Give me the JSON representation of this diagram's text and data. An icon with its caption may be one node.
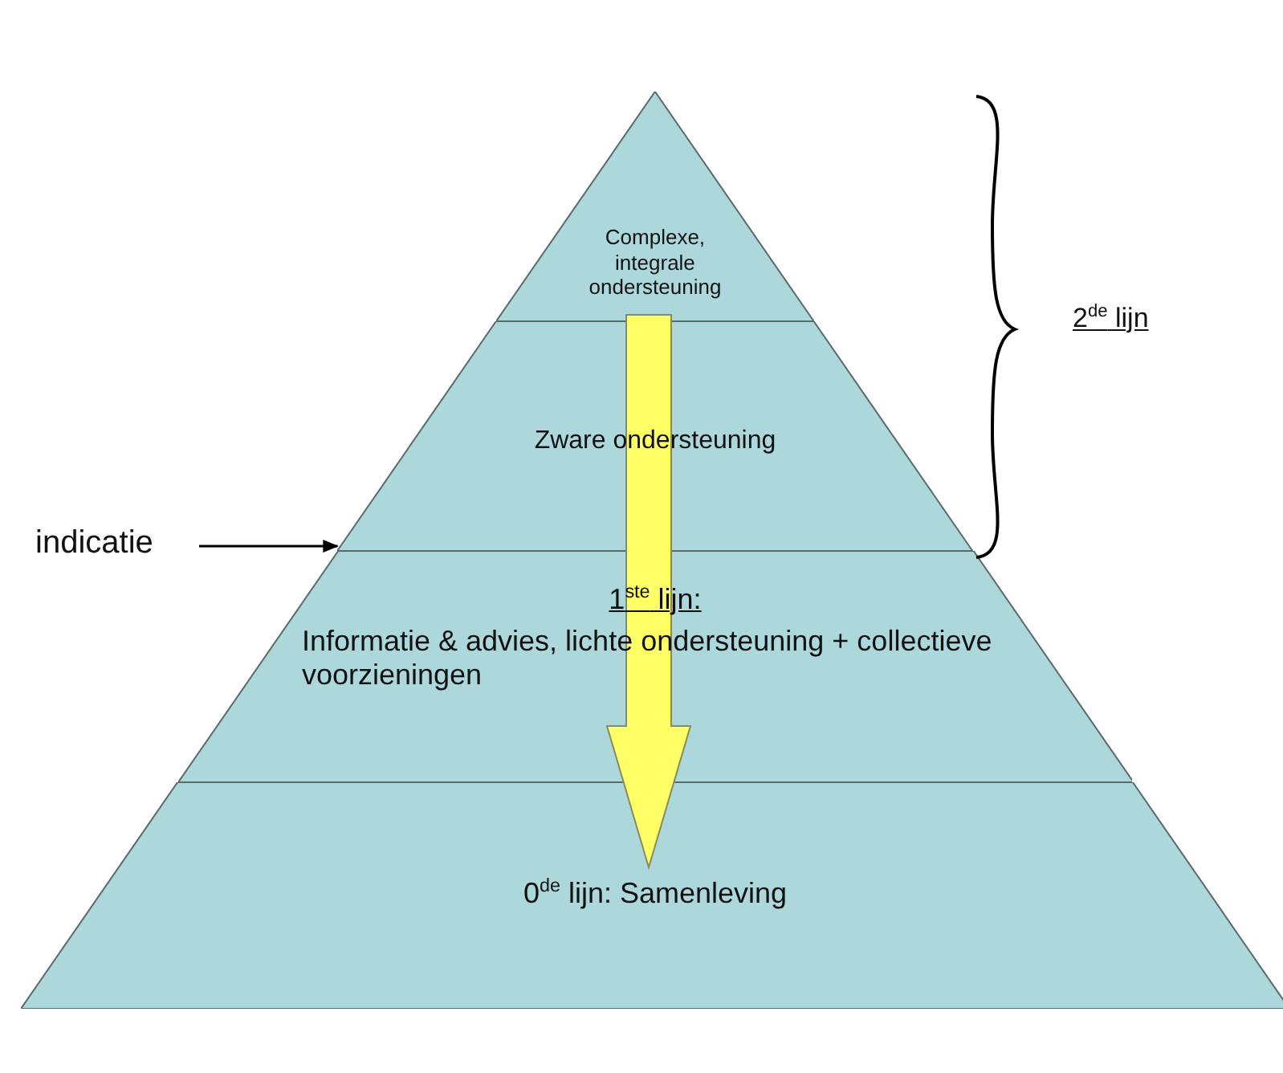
{
  "diagram": {
    "nodes": [
      {
        "text": [
          "Complexe, integrale ondersteuning"
        ]
      },
      {
        "text": [
          "Zware ondersteuning"
        ]
      },
      {
        "text": [
          "1$^{ste}$ lijn:",
          "Informatie & advies, lichte ondersteuning + collectieve voorzieningen"
        ]
      },
      {
        "text": [
          "0$^{de}$ lijn: Samenleving"
        ]
      },
      {
        "text": [
          "indicatie"
        ]
      }
    ],
    "edges": [
      {
        "from": 0,
        "to": 3,
        "arrow": "to",
        "style": "thick",
        "color": "#ffff66"
      },
      {
        "from": 4,
        "to": 1,
        "arrow": "to"
      }
    ],
    "labels": [
      "2$^{de}$ lijn"
    ]
  }
}
